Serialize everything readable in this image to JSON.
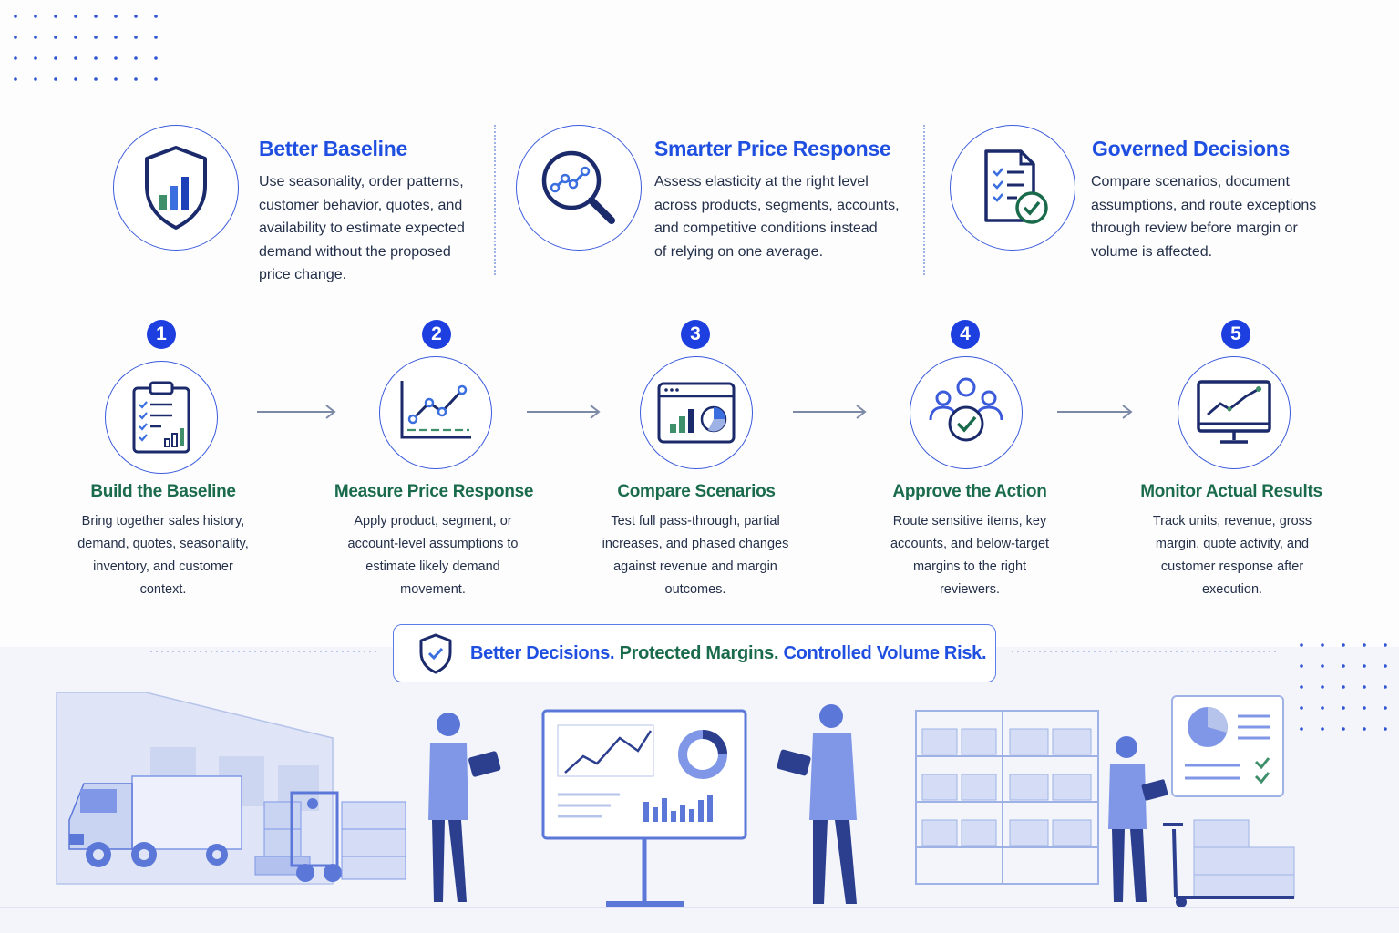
{
  "features": [
    {
      "title": "Better Baseline",
      "icon": "shield-chart-icon",
      "lines": [
        "Use seasonality, order patterns,",
        "customer behavior, quotes, and",
        "availability to estimate expected",
        "demand without the proposed",
        "price change."
      ]
    },
    {
      "title": "Smarter Price Response",
      "icon": "magnifier-trend-icon",
      "lines": [
        "Assess elasticity at the right level",
        "across products, segments, accounts,",
        "and competitive conditions instead",
        "of relying on one average."
      ]
    },
    {
      "title": "Governed Decisions",
      "icon": "document-check-icon",
      "lines": [
        "Compare scenarios, document",
        "assumptions, and route exceptions",
        "through review before margin or",
        "volume is affected."
      ]
    }
  ],
  "steps": [
    {
      "number": "1",
      "title": "Build the Baseline",
      "icon": "clipboard-chart-icon",
      "lines": [
        "Bring together sales history,",
        "demand, quotes, seasonality,",
        "inventory, and customer",
        "context."
      ]
    },
    {
      "number": "2",
      "title": "Measure Price Response",
      "icon": "line-chart-icon",
      "lines": [
        "Apply product, segment, or",
        "account-level assumptions to",
        "estimate likely demand",
        "movement."
      ]
    },
    {
      "number": "3",
      "title": "Compare Scenarios",
      "icon": "dashboard-icon",
      "lines": [
        "Test full pass-through, partial",
        "increases, and phased changes",
        "against revenue and margin",
        "outcomes."
      ]
    },
    {
      "number": "4",
      "title": "Approve the Action",
      "icon": "team-check-icon",
      "lines": [
        "Route sensitive items, key",
        "accounts, and below-target",
        "margins to the right",
        "reviewers."
      ]
    },
    {
      "number": "5",
      "title": "Monitor Actual Results",
      "icon": "monitor-trend-icon",
      "lines": [
        "Track units, revenue, gross",
        "margin, quote activity, and",
        "customer response after",
        "execution."
      ]
    }
  ],
  "banner": {
    "icon": "shield-check-icon",
    "part1": "Better Decisions.",
    "part2": "Protected Margins.",
    "part3": "Controlled Volume Risk."
  },
  "colors": {
    "accent_blue": "#1f4fe0",
    "accent_green": "#1a6b4c",
    "badge_blue": "#1d3fe0",
    "illustration_blue": "#7f97e6"
  }
}
